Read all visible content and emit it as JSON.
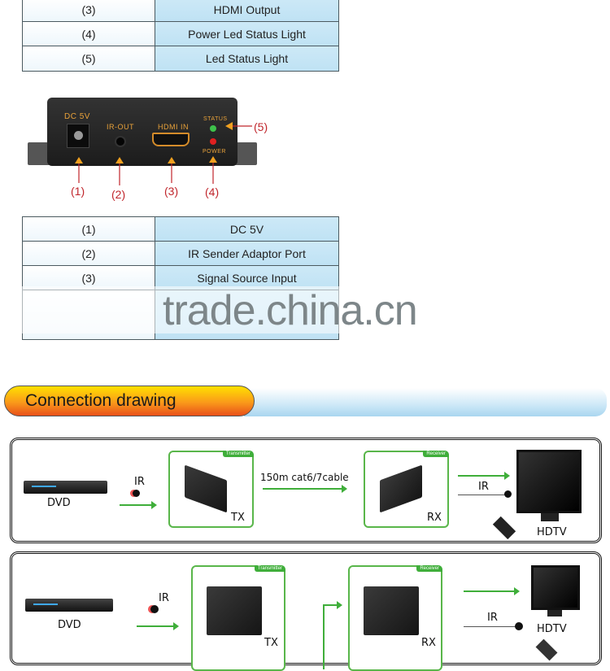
{
  "table_outputs": [
    {
      "num": "(3)",
      "desc": "HDMI Output"
    },
    {
      "num": "(4)",
      "desc": "Power Led Status Light"
    },
    {
      "num": "(5)",
      "desc": "Led Status Light"
    }
  ],
  "device": {
    "panel_labels": {
      "dc": "DC 5V",
      "ir": "IR-OUT",
      "hdmi": "HDMI IN",
      "status": "STATUS",
      "power": "POWER"
    },
    "callouts": [
      "(1)",
      "(2)",
      "(3)",
      "(4)",
      "(5)"
    ]
  },
  "table_inputs": [
    {
      "num": "(1)",
      "desc": "DC 5V"
    },
    {
      "num": "(2)",
      "desc": "IR Sender Adaptor Port"
    },
    {
      "num": "(3)",
      "desc": "Signal Source Input"
    }
  ],
  "watermark": "trade.china.cn",
  "section_title": "Connection drawing",
  "diagram1": {
    "source": "DVD",
    "ir": "IR",
    "tx_tag": "Transmitter",
    "tx": "TX",
    "cable": "150m cat6/7cable",
    "rx_tag": "Receiver",
    "rx": "RX",
    "ir_out": "IR",
    "display": "HDTV"
  },
  "diagram2": {
    "source": "DVD",
    "ir": "IR",
    "tx_tag": "Transmitter",
    "tx": "TX",
    "rx_tag": "Receiver",
    "rx": "RX",
    "ir_out": "IR",
    "display": "HDTV"
  }
}
